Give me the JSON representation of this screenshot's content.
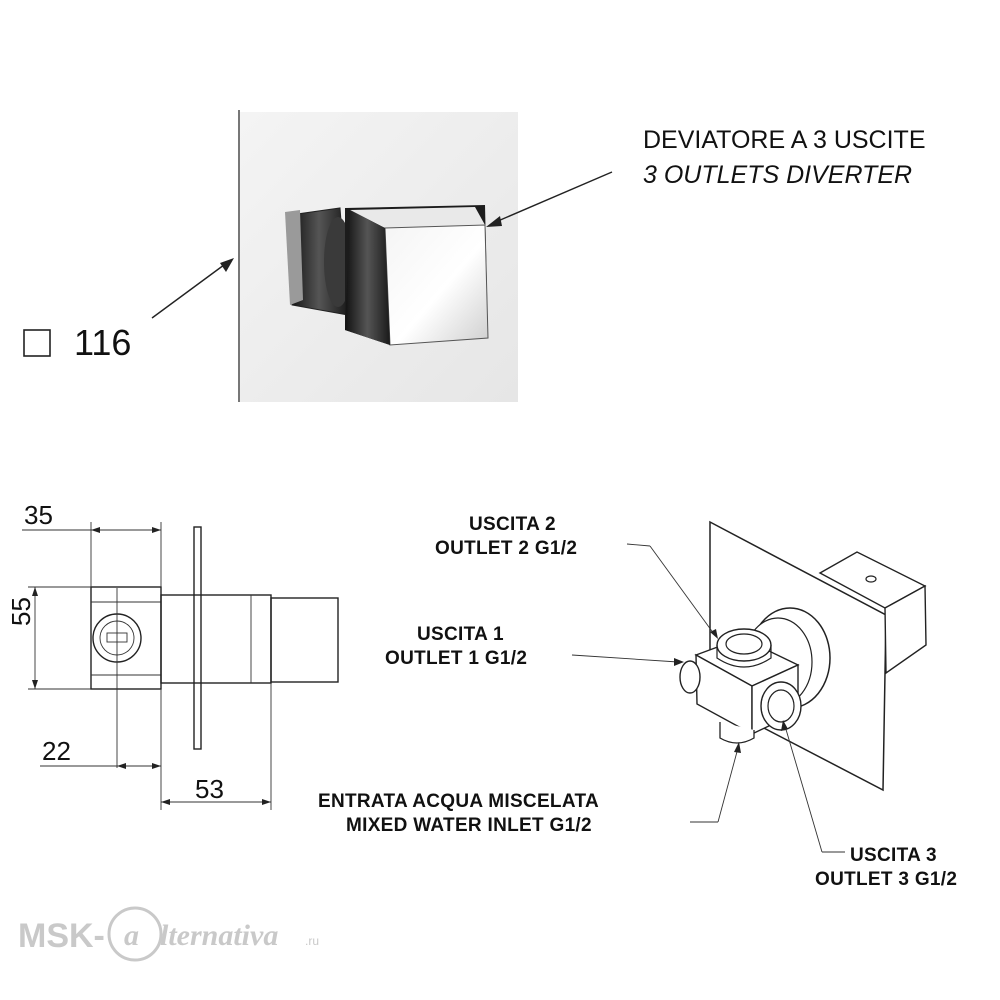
{
  "product": {
    "title_it": "DEVIATORE A 3 USCITE",
    "title_en": "3 OUTLETS DIVERTER",
    "code": "116"
  },
  "dimensions": {
    "top_width": "35",
    "height": "55",
    "offset": "22",
    "depth": "53"
  },
  "labels": {
    "outlet2_it": "USCITA 2",
    "outlet2_en": "OUTLET 2  G1/2",
    "outlet1_it": "USCITA 1",
    "outlet1_en": "OUTLET 1 G1/2",
    "inlet_it": "ENTRATA ACQUA MISCELATA",
    "inlet_en": "MIXED WATER INLET  G1/2",
    "outlet3_it": "USCITA 3",
    "outlet3_en": "OUTLET 3  G1/2"
  },
  "watermark": {
    "prefix": "MSK-",
    "suffix": "lternativa",
    "domain": ".ru"
  }
}
